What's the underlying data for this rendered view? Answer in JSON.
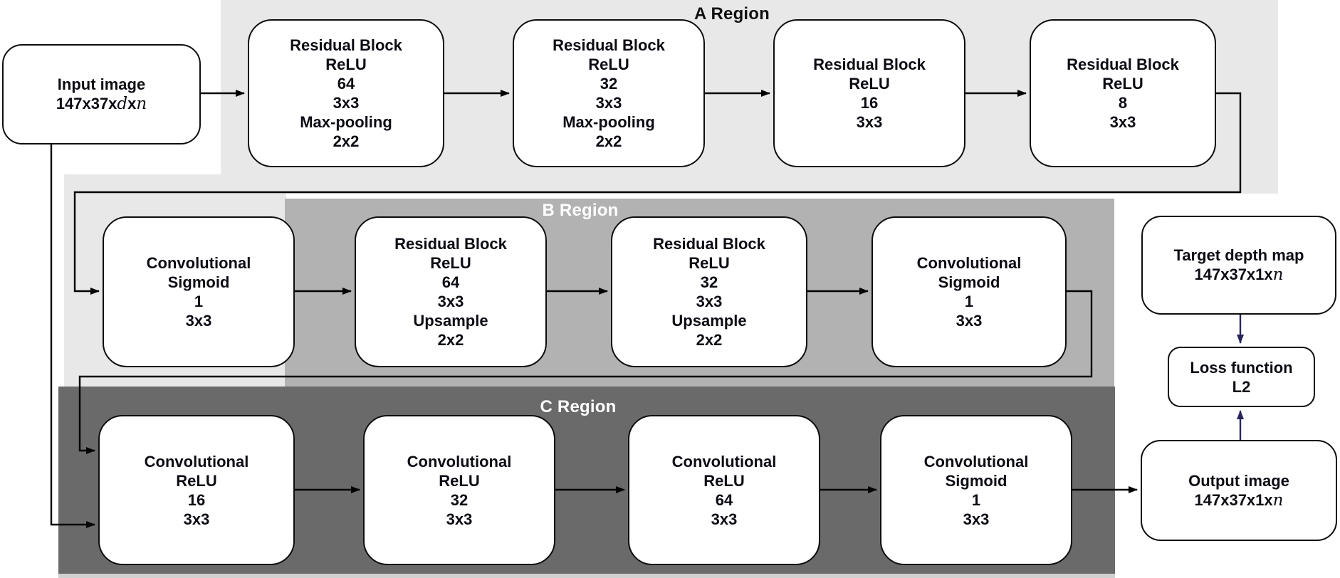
{
  "palette": {
    "region_a_fill": "#e8e8e8",
    "region_b_fill": "#b2b2b2",
    "region_c_fill": "#6a6a6a",
    "bottom_strip_fill": "#d0d0d0",
    "box_fill": "#ffffff",
    "box_border": "#0d0d0d",
    "wire_color": "#000000",
    "loss_wire_color": "#26265c",
    "region_label_dark": "#111111",
    "region_label_light": "#ffffff"
  },
  "regions": {
    "a": {
      "label": "A Region"
    },
    "b": {
      "label": "B Region"
    },
    "c": {
      "label": "C Region"
    }
  },
  "blocks": {
    "input": {
      "line1": "Input image",
      "dims": {
        "p0": "147x37x",
        "v0": "d",
        "p1": "x",
        "v1": "n"
      }
    },
    "a1": {
      "lines": [
        "Residual Block",
        "ReLU",
        "64",
        "3x3",
        "Max-pooling",
        "2x2"
      ]
    },
    "a2": {
      "lines": [
        "Residual Block",
        "ReLU",
        "32",
        "3x3",
        "Max-pooling",
        "2x2"
      ]
    },
    "a3": {
      "lines": [
        "Residual Block",
        "ReLU",
        "16",
        "3x3"
      ]
    },
    "a4": {
      "lines": [
        "Residual Block",
        "ReLU",
        "8",
        "3x3"
      ]
    },
    "b1": {
      "lines": [
        "Convolutional",
        "Sigmoid",
        "1",
        "3x3"
      ]
    },
    "b2": {
      "lines": [
        "Residual Block",
        "ReLU",
        "64",
        "3x3",
        "Upsample",
        "2x2"
      ]
    },
    "b3": {
      "lines": [
        "Residual Block",
        "ReLU",
        "32",
        "3x3",
        "Upsample",
        "2x2"
      ]
    },
    "b4": {
      "lines": [
        "Convolutional",
        "Sigmoid",
        "1",
        "3x3"
      ]
    },
    "c1": {
      "lines": [
        "Convolutional",
        "ReLU",
        "16",
        "3x3"
      ]
    },
    "c2": {
      "lines": [
        "Convolutional",
        "ReLU",
        "32",
        "3x3"
      ]
    },
    "c3": {
      "lines": [
        "Convolutional",
        "ReLU",
        "64",
        "3x3"
      ]
    },
    "c4": {
      "lines": [
        "Convolutional",
        "Sigmoid",
        "1",
        "3x3"
      ]
    },
    "target": {
      "line1": "Target depth map",
      "dims": {
        "p0": "147x37x1x",
        "v0": "n"
      }
    },
    "loss": {
      "lines": [
        "Loss function",
        "L2"
      ]
    },
    "output": {
      "line1": "Output image",
      "dims": {
        "p0": "147x37x1x",
        "v0": "n"
      }
    }
  }
}
